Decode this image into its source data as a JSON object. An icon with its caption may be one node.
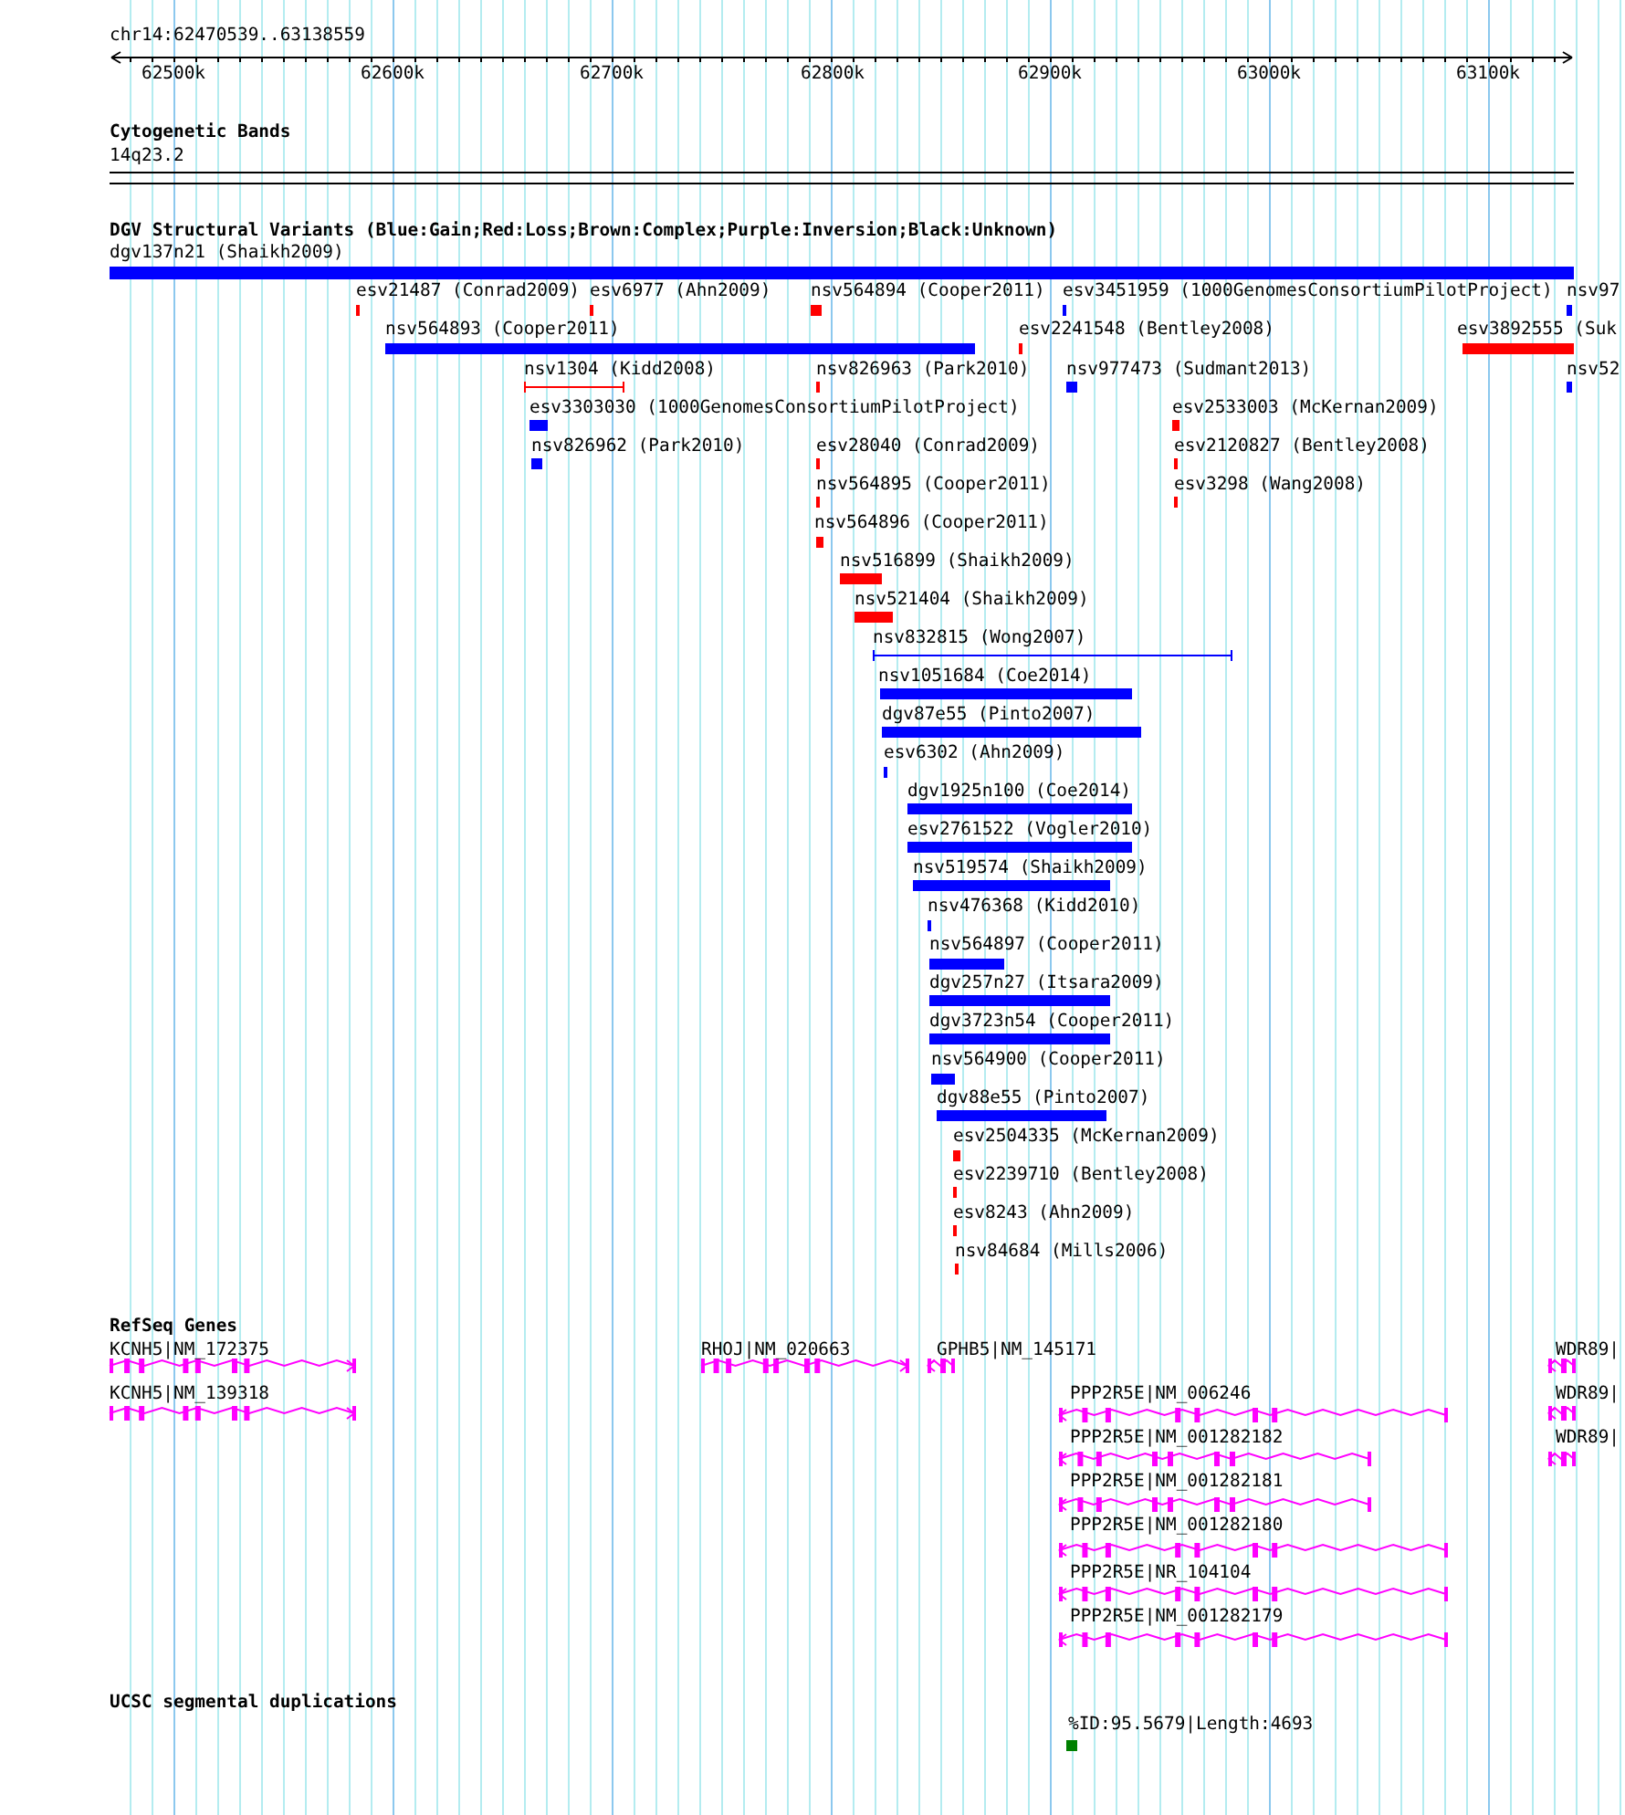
{
  "diagram": {
    "labels": [
      "chr14:62470539..63138559",
      "62500k",
      "62600k",
      "62700k",
      "62800k",
      "62900k",
      "63000k",
      "63100k",
      "Cytogenetic Bands",
      "14q23.2",
      "DGV Structural Variants (Blue:Gain;Red:Loss;Brown:Complex;Purple:Inversion;Black:Unknown)",
      "dgv137n21 (Shaikh2009)",
      "esv21487 (Conrad2009)",
      "esv6977 (Ahn2009)",
      "nsv564894 (Cooper2011)",
      "esv3451959 (1000GenomesConsortiumPilotProject)",
      "nsv97",
      "nsv564893 (Cooper2011)",
      "esv2241548 (Bentley2008)",
      "esv3892555 (Suk",
      "nsv1304 (Kidd2008)",
      "nsv826963 (Park2010)",
      "nsv977473 (Sudmant2013)",
      "nsv52",
      "esv3303030 (1000GenomesConsortiumPilotProject)",
      "esv2533003 (McKernan2009)",
      "nsv826962 (Park2010)",
      "esv28040 (Conrad2009)",
      "esv2120827 (Bentley2008)",
      "nsv564895 (Cooper2011)",
      "esv3298 (Wang2008)",
      "nsv564896 (Cooper2011)",
      "nsv516899 (Shaikh2009)",
      "nsv521404 (Shaikh2009)",
      "nsv832815 (Wong2007)",
      "nsv1051684 (Coe2014)",
      "dgv87e55 (Pinto2007)",
      "esv6302 (Ahn2009)",
      "dgv1925n100 (Coe2014)",
      "esv2761522 (Vogler2010)",
      "nsv519574 (Shaikh2009)",
      "nsv476368 (Kidd2010)",
      "nsv564897 (Cooper2011)",
      "dgv257n27 (Itsara2009)",
      "dgv3723n54 (Cooper2011)",
      "nsv564900 (Cooper2011)",
      "dgv88e55 (Pinto2007)",
      "esv2504335 (McKernan2009)",
      "esv2239710 (Bentley2008)",
      "esv8243 (Ahn2009)",
      "nsv84684 (Mills2006)",
      "RefSeq Genes",
      "KCNH5|NM_172375",
      "RHOJ|NM_020663",
      "GPHB5|NM_145171",
      "WDR89|",
      "KCNH5|NM_139318",
      "PPP2R5E|NM_006246",
      "WDR89|",
      "PPP2R5E|NM_001282182",
      "WDR89|",
      "PPP2R5E|NM_001282181",
      "PPP2R5E|NM_001282180",
      "PPP2R5E|NR_104104",
      "PPP2R5E|NM_001282179",
      "UCSC segmental duplications",
      "%ID:95.5679|Length:4693"
    ]
  }
}
